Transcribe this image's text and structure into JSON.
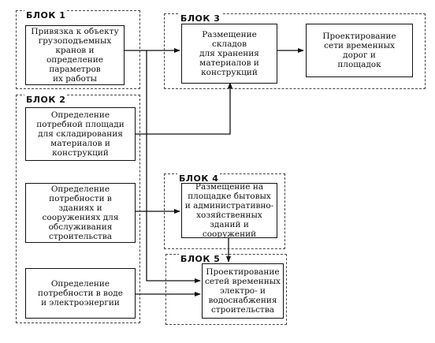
{
  "blocks": {
    "block1": {
      "label": "БЛОК 1"
    },
    "block2": {
      "label": "БЛОК 2"
    },
    "block3": {
      "label": "БЛОК 3"
    },
    "block4": {
      "label": "БЛОК 4"
    },
    "block5": {
      "label": "БЛОК 5"
    }
  },
  "boxes": {
    "crane_binding": "Привязка к объекту\nгрузоподъемных\nкранов и\nопределение\nпараметров\nих работы",
    "warehouse_placement": "Размещение\nскладов\nдля хранения\nматериалов и\nконструкций",
    "road_network": "Проектирование\nсети временных\nдорог и\nплощадок",
    "storage_area": "Определение\nпотребной площади\nдля складирования\nматериалов и\nконструкций",
    "building_needs": "Определение\nпотребности в\nзданиях и\nсооружениях для\nобслуживания\nстроительства",
    "utility_needs": "Определение\nпотребности в воде\nи электроэнергии",
    "site_facilities": "Размещение на\nплощадке бытовых\nи административно-\nхозяйственных\nзданий и\nсооружений",
    "utility_networks": "Проектирование\nсетей временных\nэлектро- и\nводоснабжения\nстроительства"
  }
}
